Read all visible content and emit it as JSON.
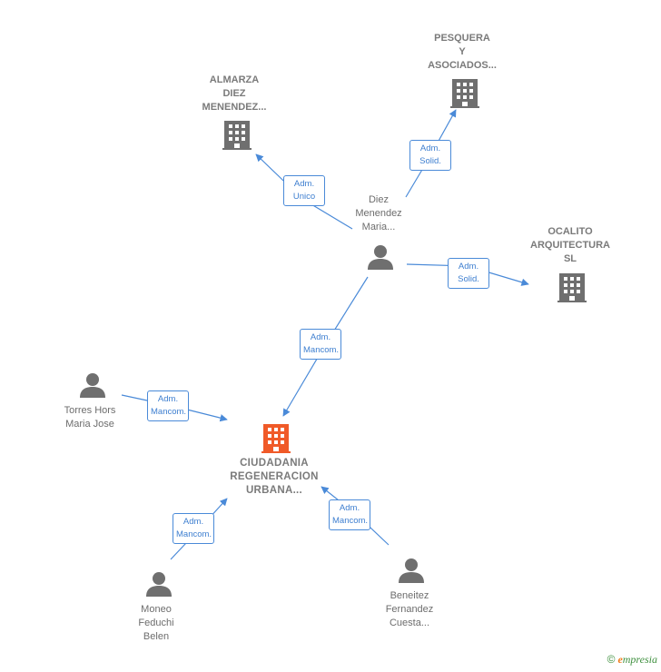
{
  "nodes": {
    "main": {
      "line1": "CIUDADANIA",
      "line2": "REGENERACION",
      "line3": "URBANA..."
    },
    "almarza": {
      "line1": "ALMARZA",
      "line2": "DIEZ",
      "line3": "MENENDEZ..."
    },
    "pesquera": {
      "line1": "PESQUERA",
      "line2": "Y",
      "line3": "ASOCIADOS..."
    },
    "ocalito": {
      "line1": "OCALITO",
      "line2": "ARQUITECTURA",
      "line3": "SL"
    },
    "diez": {
      "line1": "Diez",
      "line2": "Menendez",
      "line3": "Maria..."
    },
    "torres": {
      "line1": "Torres Hors",
      "line2": "Maria Jose"
    },
    "moneo": {
      "line1": "Moneo",
      "line2": "Feduchi",
      "line3": "Belen"
    },
    "beneitez": {
      "line1": "Beneitez",
      "line2": "Fernandez",
      "line3": "Cuesta..."
    }
  },
  "edges": {
    "diez_almarza": {
      "line1": "Adm.",
      "line2": "Unico"
    },
    "diez_pesquera": {
      "line1": "Adm.",
      "line2": "Solid."
    },
    "diez_ocalito": {
      "line1": "Adm.",
      "line2": "Solid."
    },
    "diez_main": {
      "line1": "Adm.",
      "line2": "Mancom."
    },
    "torres_main": {
      "line1": "Adm.",
      "line2": "Mancom."
    },
    "moneo_main": {
      "line1": "Adm.",
      "line2": "Mancom."
    },
    "beneitez_main": {
      "line1": "Adm.",
      "line2": "Mancom."
    }
  },
  "footer": {
    "copyright": "©",
    "brand_first": "e",
    "brand_rest": "mpresia"
  },
  "colors": {
    "edge": "#4a8ad8",
    "company_icon": "#6f6f6f",
    "main_icon": "#f05a28",
    "person_icon": "#6f6f6f"
  }
}
